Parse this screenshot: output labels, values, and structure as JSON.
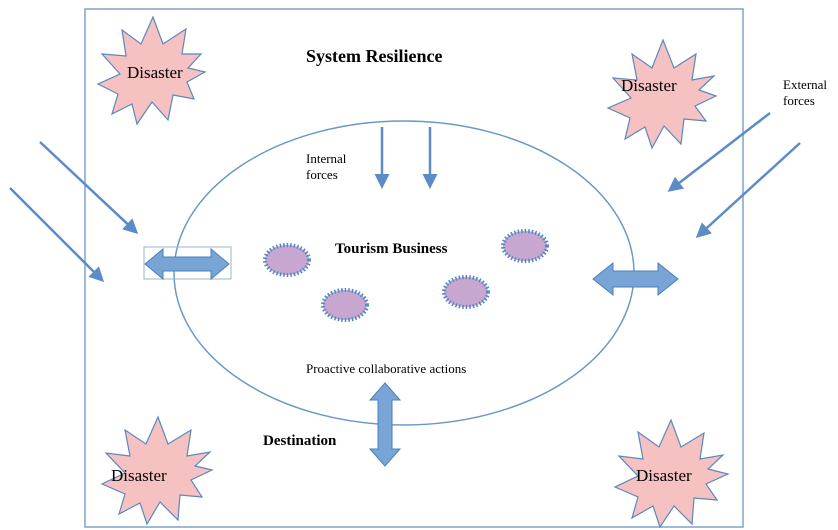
{
  "diagram": {
    "title": "System Resilience",
    "center_label": "Tourism Business",
    "internal_forces_label": "Internal\nforces",
    "external_forces_label": "External\nforces",
    "actions_label": "Proactive collaborative actions",
    "destination_label": "Destination",
    "disaster_labels": [
      "Disaster",
      "Disaster",
      "Disaster",
      "Disaster"
    ]
  },
  "colors": {
    "border": "#7fa3c9",
    "ellipse": "#6a98c8",
    "arrow_fill": "#79a4d6",
    "arrow_stroke": "#4b7fbf",
    "starburst_fill": "#f5c1c1",
    "starburst_stroke": "#5b87c0",
    "business_fill": "#c7a7cf",
    "business_stroke": "#4f87c4"
  }
}
